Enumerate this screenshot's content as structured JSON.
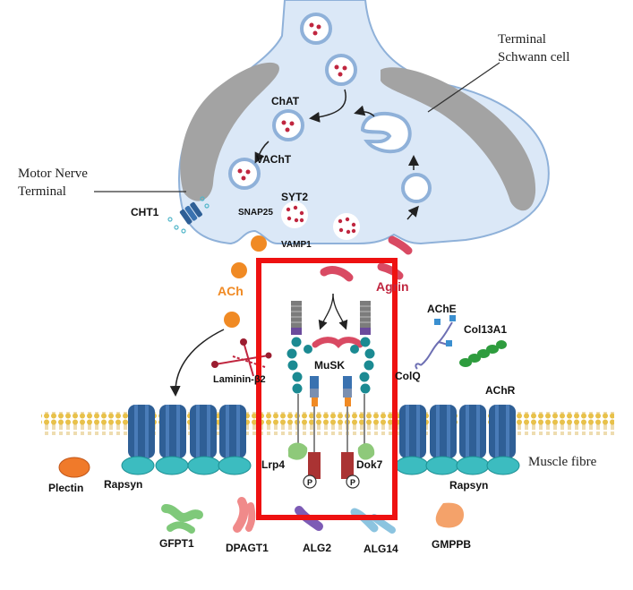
{
  "labels": {
    "terminal_schwann_cell_1": "Terminal",
    "terminal_schwann_cell_2": "Schwann cell",
    "motor_nerve_terminal_1": "Motor Nerve",
    "motor_nerve_terminal_2": "Terminal",
    "muscle_fibre": "Muscle fibre",
    "chat": "ChAT",
    "vacht": "VAChT",
    "syt2": "SYT2",
    "snap25": "SNAP25",
    "vamp1": "VAMP1",
    "cht1": "CHT1",
    "ach": "ACh",
    "agrin": "Agrin",
    "musk": "MuSK",
    "ache": "AChE",
    "col13a1": "Col13A1",
    "colq": "ColQ",
    "laminin": "Laminin-β2",
    "achr": "AChR",
    "lrp4": "Lrp4",
    "dok7": "Dok7",
    "rapsyn_left": "Rapsyn",
    "rapsyn_right": "Rapsyn",
    "plectin": "Plectin",
    "gfpt1": "GFPT1",
    "dpagt1": "DPAGT1",
    "alg2": "ALG2",
    "alg14": "ALG14",
    "gmppb": "GMPPB",
    "phospho": "P"
  },
  "colors": {
    "nerve_fill": "#dbe8f7",
    "nerve_stroke": "#8fb1d9",
    "schwann": "#a3a3a3",
    "vesicle_ring": "#8fb1d9",
    "ach_orange": "#f08a24",
    "agrin_red": "#d94a63",
    "receptor_blue": "#2f5f96",
    "rapsyn_teal": "#3cbcc0",
    "highlight_red": "#ee1111",
    "membrane_head": "#e8c14a"
  },
  "icons": [
    "vesicle-icon",
    "choline-transporter-icon",
    "acetylcholine-icon",
    "agrin-icon",
    "musk-receptor-icon",
    "achr-channel-icon",
    "rapsyn-icon",
    "lrp4-icon",
    "dok7-icon",
    "ache-icon",
    "col13a1-icon",
    "laminin-icon",
    "plectin-icon",
    "enzyme-icon"
  ]
}
